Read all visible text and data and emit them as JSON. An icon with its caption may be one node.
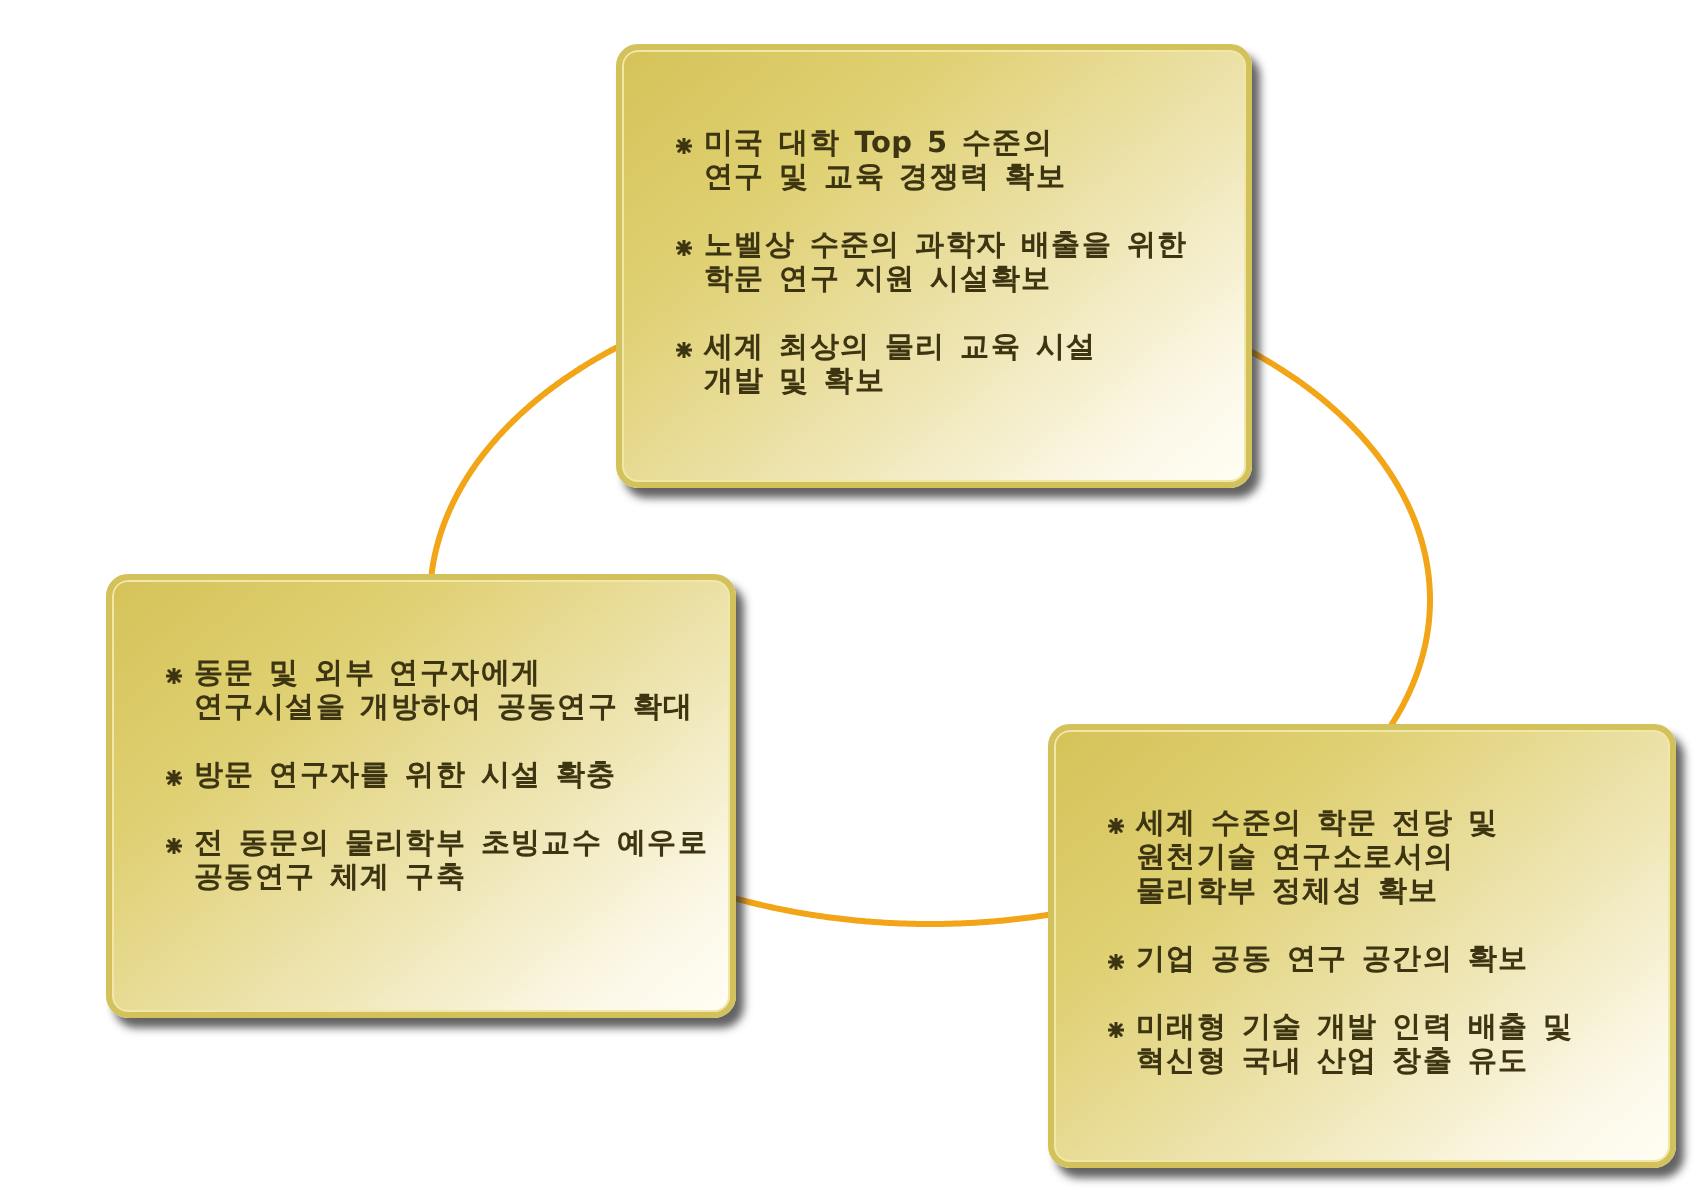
{
  "diagram": {
    "nodes": [
      {
        "text": [
          "미국 대학 Top 5 수준의 연구 및 교육 경쟁력 확보",
          "노벨상 수준의 과학자 배출을 위한 학문 연구 지원 시설확보",
          "세계 최상의 물리 교육 시설 개발 및 확보"
        ]
      },
      {
        "text": [
          "동문 및 외부 연구자에게 연구시설을 개방하여 공동연구 확대",
          "방문 연구자를 위한 시설 확충",
          "전 동문의 물리학부 초빙교수 예우로 공동연구 체계 구축"
        ]
      },
      {
        "text": [
          "세계 수준의 학문 전당 및 원천기술 연구소로서의 물리학부 정체성 확보",
          "기업 공동 연구 공간의 확보",
          "미래형 기술 개발 인력 배출 및 혁신형 국내 산업 창출 유도"
        ]
      }
    ],
    "edges": [
      {
        "from": 0,
        "to": 1,
        "arrow": "none"
      },
      {
        "from": 1,
        "to": 2,
        "arrow": "none"
      },
      {
        "from": 2,
        "to": 0,
        "arrow": "none"
      }
    ]
  }
}
